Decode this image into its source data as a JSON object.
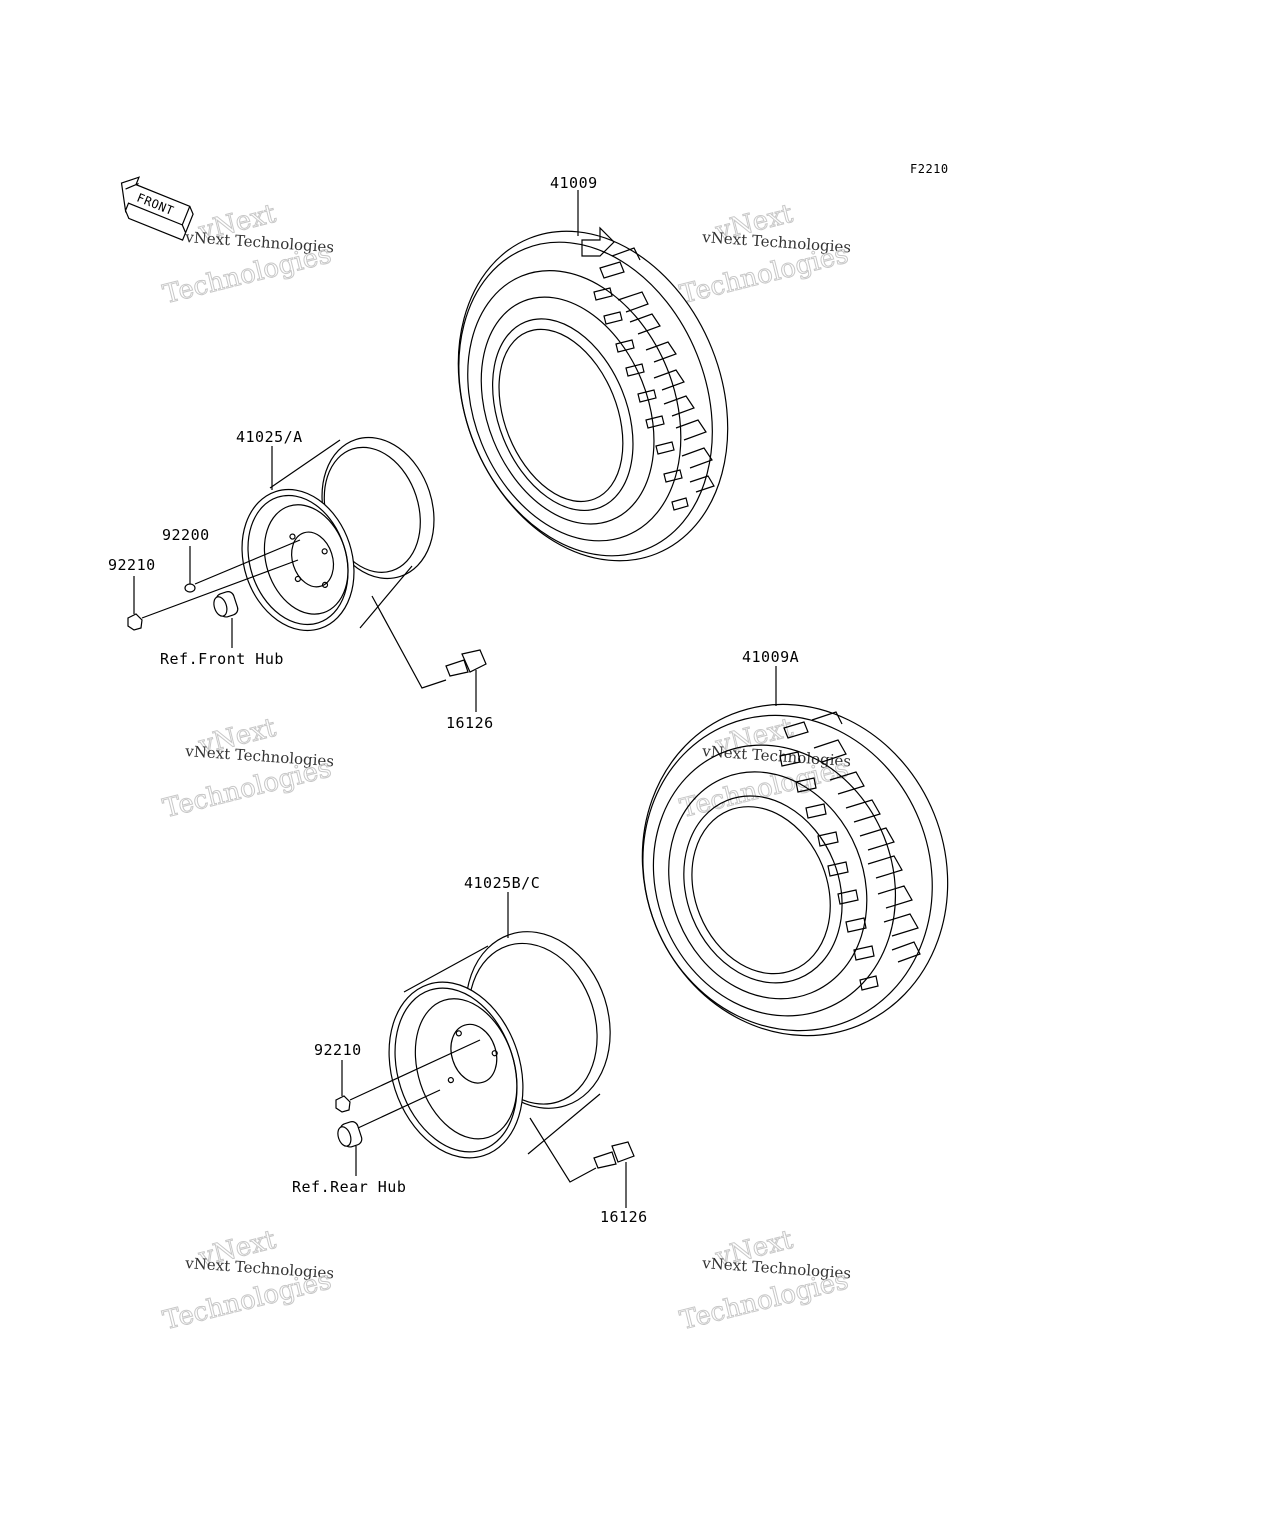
{
  "figure_code": "F2210",
  "front_arrow_label": "FRONT",
  "parts": {
    "tire_front": "41009",
    "tire_rear": "41009A",
    "wheel_front": "41025/A",
    "wheel_rear": "41025B/C",
    "washer_front": "92200",
    "nut_front": "92210",
    "nut_rear": "92210",
    "valve_front": "16126",
    "valve_rear": "16126"
  },
  "references": {
    "front_hub": "Ref.Front Hub",
    "rear_hub": "Ref.Rear Hub"
  },
  "watermark": {
    "line1": "vNext",
    "line2": "vNext Technologies",
    "line3": "Technologies"
  }
}
